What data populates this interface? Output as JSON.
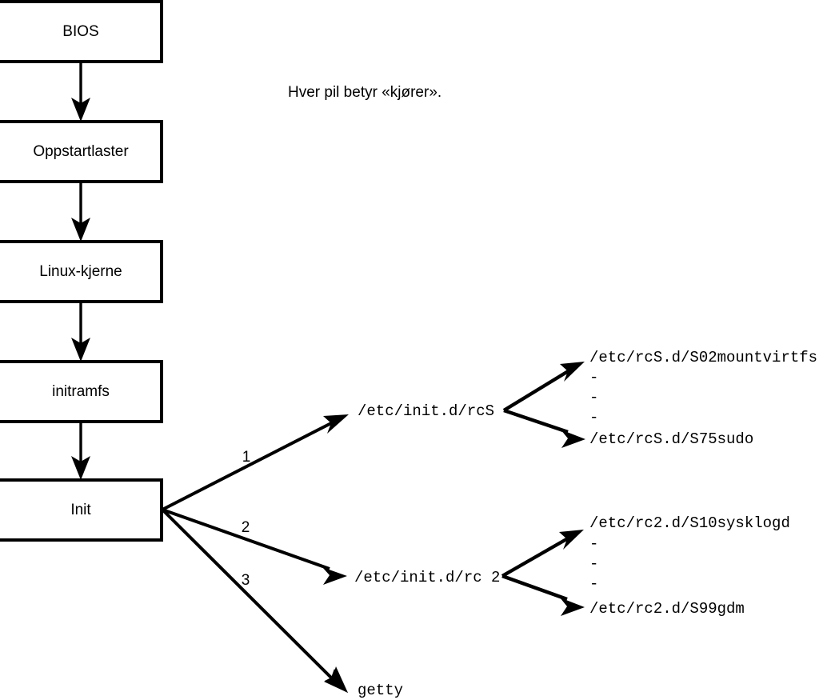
{
  "diagram": {
    "caption": "Hver pil betyr «kjører».",
    "colors": {
      "stroke": "#000000",
      "background": "#ffffff",
      "box_fill": "#ffffff"
    },
    "boot_chain": [
      {
        "label": "BIOS"
      },
      {
        "label": "Oppstartlaster"
      },
      {
        "label": "Linux-kjerne"
      },
      {
        "label": "initramfs"
      },
      {
        "label": "Init"
      }
    ],
    "branches": [
      {
        "number": "1",
        "target": "/etc/init.d/rcS"
      },
      {
        "number": "2",
        "target": "/etc/init.d/rc 2"
      },
      {
        "number": "3",
        "target": "getty"
      }
    ],
    "rcs_scripts": {
      "first": "/etc/rcS.d/S02mountvirtfs",
      "ellipsis": [
        "-",
        "-",
        "-"
      ],
      "last": "/etc/rcS.d/S75sudo"
    },
    "rc2_scripts": {
      "first": "/etc/rc2.d/S10sysklogd",
      "ellipsis": [
        "-",
        "-",
        "-"
      ],
      "last": "/etc/rc2.d/S99gdm"
    }
  }
}
